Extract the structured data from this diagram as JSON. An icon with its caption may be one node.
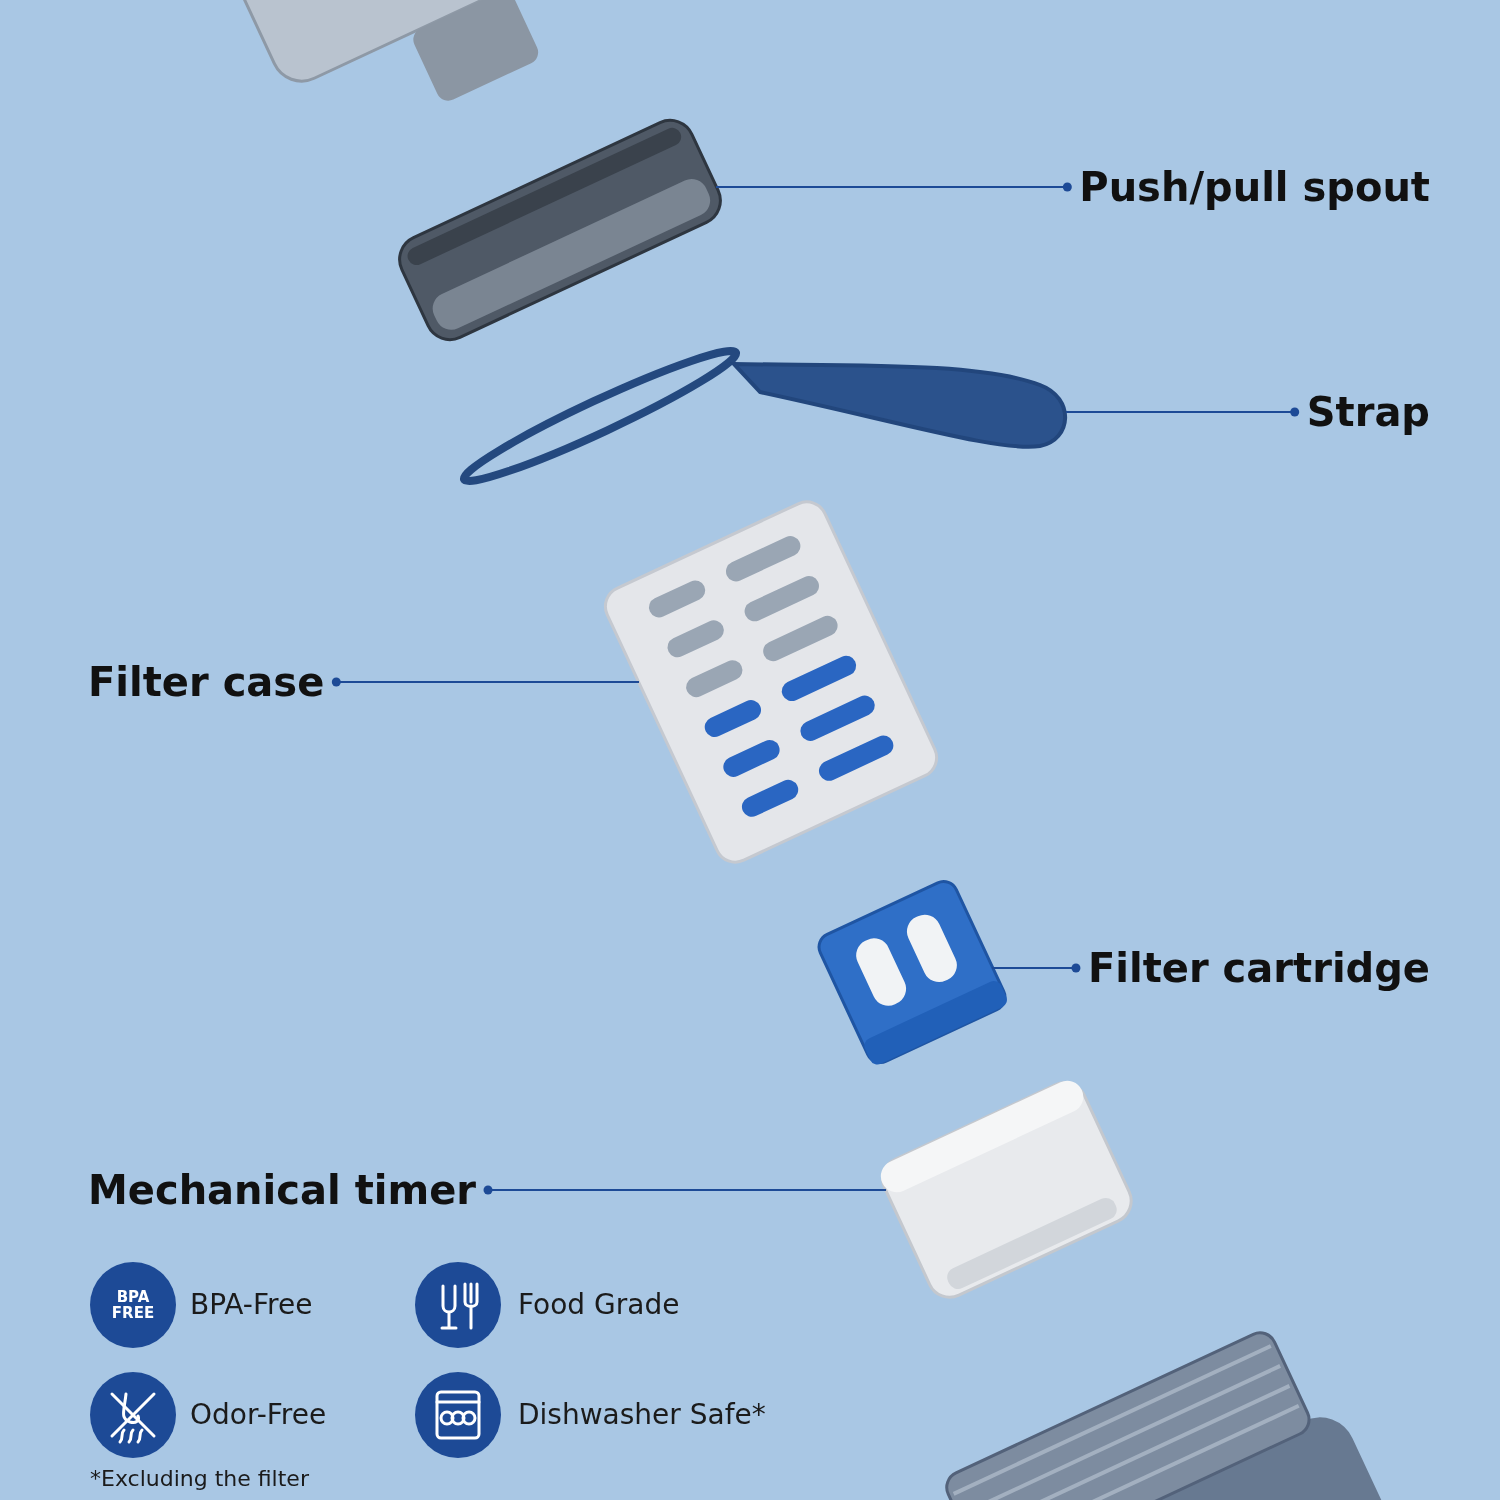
{
  "diagram": {
    "nodes": [
      {
        "text": [
          "Push/pull spout"
        ]
      },
      {
        "text": [
          "Strap"
        ]
      },
      {
        "text": [
          "Filter case"
        ]
      },
      {
        "text": [
          "Filter cartridge"
        ]
      },
      {
        "text": [
          "Mechanical timer"
        ]
      },
      {
        "text": [],
        "shape": "picture"
      },
      {
        "text": [],
        "shape": "picture"
      },
      {
        "text": [],
        "shape": "picture"
      },
      {
        "text": [],
        "shape": "picture"
      },
      {
        "text": [],
        "shape": "picture"
      }
    ],
    "edges": [
      {
        "from": 0,
        "to": 5,
        "arrow": "other"
      },
      {
        "from": 1,
        "to": 6,
        "arrow": "other"
      },
      {
        "from": 2,
        "to": 7,
        "arrow": "other"
      },
      {
        "from": 3,
        "to": 8,
        "arrow": "other"
      },
      {
        "from": 4,
        "to": 9,
        "arrow": "other"
      }
    ],
    "labels": [
      "BPA FREE",
      "BPA-Free",
      "Food Grade",
      "Odor-Free",
      "Dishwasher Safe*",
      "*Excluding the filter"
    ]
  }
}
